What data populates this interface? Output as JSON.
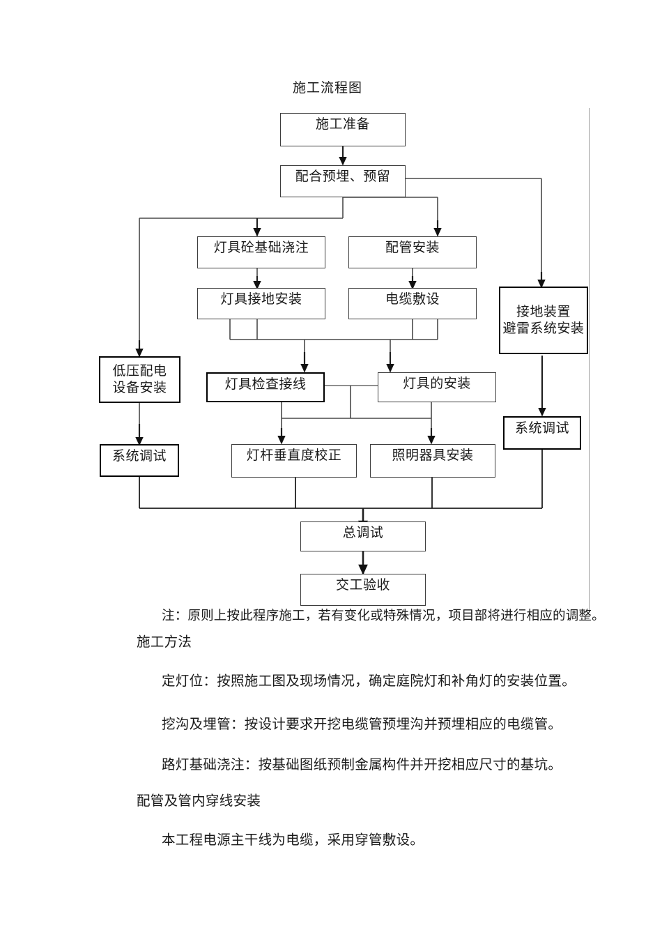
{
  "chart": {
    "title": "施工流程图",
    "note": "注：原则上按此程序施工，若有变化或特殊情况，项目部将进行相应的调整。",
    "nodes": {
      "prep": "施工准备",
      "embed": "配合预埋、预留",
      "foundation": "灯具砼基础浇注",
      "conduit": "配管安装",
      "lamp_ground": "灯具接地安装",
      "cable_lay": "电缆敷设",
      "grounding_lightning": "接地装置\n避雷系统安装",
      "lv_dist": "低压配电\n设备安装",
      "lamp_check": "灯具检查接线",
      "lamp_install": "灯具的安装",
      "sys_debug_left": "系统调试",
      "pole_vertical": "灯杆垂直度校正",
      "lighting_fixture": "照明器具安装",
      "sys_debug_right": "系统调试",
      "total_debug": "总调试",
      "handover": "交工验收"
    }
  },
  "chart_data": {
    "type": "diagram",
    "title": "施工流程图",
    "diagram_kind": "flowchart",
    "direction": "top-to-bottom",
    "nodes": [
      {
        "id": "prep",
        "label": "施工准备"
      },
      {
        "id": "embed",
        "label": "配合预埋、预留"
      },
      {
        "id": "foundation",
        "label": "灯具砼基础浇注"
      },
      {
        "id": "conduit",
        "label": "配管安装"
      },
      {
        "id": "lamp_ground",
        "label": "灯具接地安装"
      },
      {
        "id": "cable_lay",
        "label": "电缆敷设"
      },
      {
        "id": "grounding_lightning",
        "label": "接地装置避雷系统安装"
      },
      {
        "id": "lv_dist",
        "label": "低压配电设备安装"
      },
      {
        "id": "lamp_check",
        "label": "灯具检查接线"
      },
      {
        "id": "lamp_install",
        "label": "灯具的安装"
      },
      {
        "id": "sys_debug_left",
        "label": "系统调试"
      },
      {
        "id": "pole_vertical",
        "label": "灯杆垂直度校正"
      },
      {
        "id": "lighting_fixture",
        "label": "照明器具安装"
      },
      {
        "id": "sys_debug_right",
        "label": "系统调试"
      },
      {
        "id": "total_debug",
        "label": "总调试"
      },
      {
        "id": "handover",
        "label": "交工验收"
      }
    ],
    "edges": [
      {
        "from": "prep",
        "to": "embed"
      },
      {
        "from": "embed",
        "to": "foundation"
      },
      {
        "from": "embed",
        "to": "conduit"
      },
      {
        "from": "embed",
        "to": "lv_dist"
      },
      {
        "from": "embed",
        "to": "grounding_lightning"
      },
      {
        "from": "foundation",
        "to": "lamp_ground"
      },
      {
        "from": "conduit",
        "to": "cable_lay"
      },
      {
        "from": "lamp_ground",
        "to": "lamp_check"
      },
      {
        "from": "lamp_ground",
        "to": "lamp_install"
      },
      {
        "from": "cable_lay",
        "to": "lamp_check"
      },
      {
        "from": "cable_lay",
        "to": "lamp_install"
      },
      {
        "from": "lamp_check",
        "to": "lamp_install"
      },
      {
        "from": "lv_dist",
        "to": "sys_debug_left"
      },
      {
        "from": "lamp_check",
        "to": "pole_vertical"
      },
      {
        "from": "lamp_check",
        "to": "lighting_fixture"
      },
      {
        "from": "grounding_lightning",
        "to": "sys_debug_right"
      },
      {
        "from": "sys_debug_left",
        "to": "total_debug"
      },
      {
        "from": "pole_vertical",
        "to": "total_debug"
      },
      {
        "from": "lighting_fixture",
        "to": "total_debug"
      },
      {
        "from": "sys_debug_right",
        "to": "total_debug"
      },
      {
        "from": "total_debug",
        "to": "handover"
      }
    ]
  },
  "body": {
    "paragraphs": [
      {
        "text": "施工方法",
        "style": "heading"
      },
      {
        "text": "定灯位：按照施工图及现场情况，确定庭院灯和补角灯的安装位置。",
        "style": "indent"
      },
      {
        "text": "挖沟及埋管：按设计要求开挖电缆管预埋沟并预埋相应的电缆管。",
        "style": "indent"
      },
      {
        "text": "路灯基础浇注：按基础图纸预制金属构件并开挖相应尺寸的基坑。",
        "style": "indent"
      },
      {
        "text": "配管及管内穿线安装",
        "style": "heading"
      },
      {
        "text": "本工程电源主干线为电缆，采用穿管敷设。",
        "style": "indent"
      }
    ]
  }
}
